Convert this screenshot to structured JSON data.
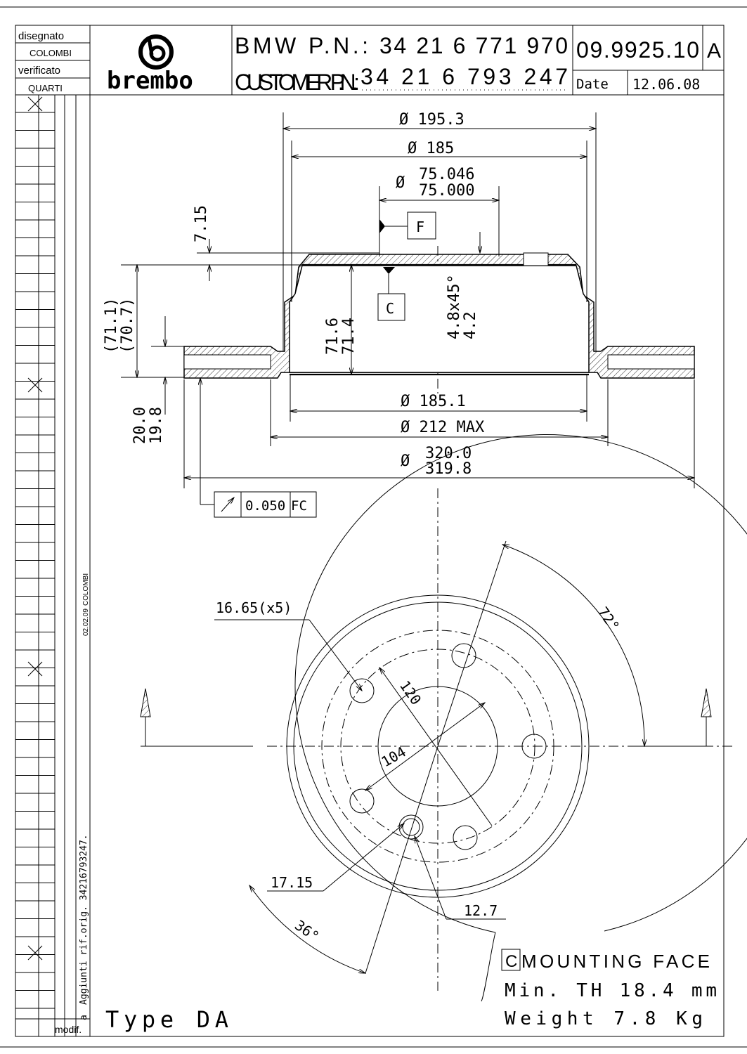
{
  "title_block": {
    "drawn_label": "disegnato",
    "drawn_by": "COLOMBI",
    "checked_label": "verificato",
    "checked_by": "QUARTI",
    "logo_text": "brembo",
    "bmw_pn_label": "BMW P.N.:",
    "bmw_pn": "34 21 6 771 970",
    "customer_pn_label": "CUSTOMER P.N.:",
    "customer_pn": "34 21 6 793 247",
    "drawing_number": "09.9925.10",
    "revision": "A",
    "date_label": "Date",
    "date": "12.06.08"
  },
  "revision_strip": {
    "rev_date": "02.02.09",
    "rev_by": "COLOMBI",
    "rev_letter": "a",
    "rev_note": "Aggiunti rif.orig. 34216793247.",
    "modif_label": "modif."
  },
  "section_view": {
    "dim_195": "Ø 195.3",
    "dim_185": "Ø 185",
    "dim_75_max": "75.046",
    "dim_75_min": "75.000",
    "dim_75_sym": "Ø",
    "datum_f": "F",
    "datum_c": "C",
    "dim_715": "7.15",
    "dim_711": "(71.1)",
    "dim_707": "(70.7)",
    "dim_716": "71.6",
    "dim_714": "71.4",
    "dim_chamfer_1": "4.8x45°",
    "dim_chamfer_2": "4.2",
    "dim_1851": "Ø 185.1",
    "dim_212": "Ø 212 MAX",
    "dim_320_max": "320.0",
    "dim_320_min": "319.8",
    "dim_200": "20.0",
    "dim_198": "19.8",
    "runout_value": "0.050",
    "runout_datum": "FC"
  },
  "front_view": {
    "hole_dia": "16.65(x5)",
    "angle_72": "72°",
    "pcd": "120",
    "hub_dia": "104",
    "dim_1715": "17.15",
    "dim_127": "12.7",
    "angle_36": "36°"
  },
  "notes": {
    "datum_c": "C",
    "mounting_face": "MOUNTING FACE",
    "min_th": "Min. TH 18.4 mm",
    "weight": "Weight 7.8  Kg",
    "type": "Type DA"
  }
}
